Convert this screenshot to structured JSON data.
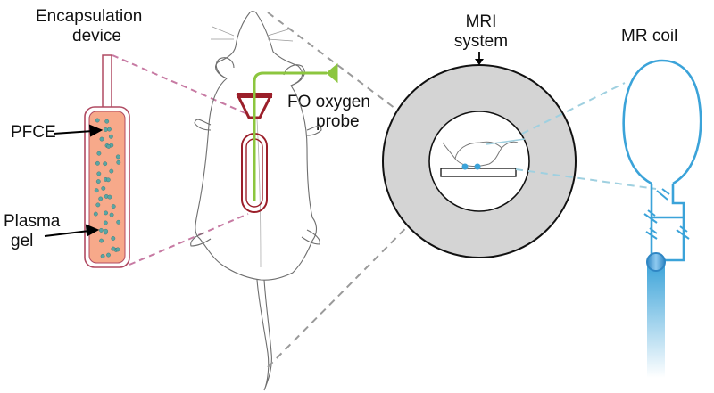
{
  "labels": {
    "encapsulation_device": [
      "Encapsulation",
      "device"
    ],
    "pfce": "PFCE",
    "plasma_gel": [
      "Plasma",
      "gel"
    ],
    "fo_probe": [
      "FO oxygen",
      "probe"
    ],
    "mri_system": [
      "MRI",
      "system"
    ],
    "mr_coil": "MR coil"
  },
  "colors": {
    "device_fill": "#f7a98a",
    "device_outline": "#b04a62",
    "bead": "#5aa6a4",
    "probe_green": "#8cc63f",
    "probe_mount": "#9b1f2a",
    "dashed_pink": "#c77aa3",
    "dashed_gray": "#9a9a9a",
    "dashed_blue": "#9fd0e0",
    "mri_ring": "#d4d4d4",
    "coil_blue": "#3ba3d9"
  }
}
